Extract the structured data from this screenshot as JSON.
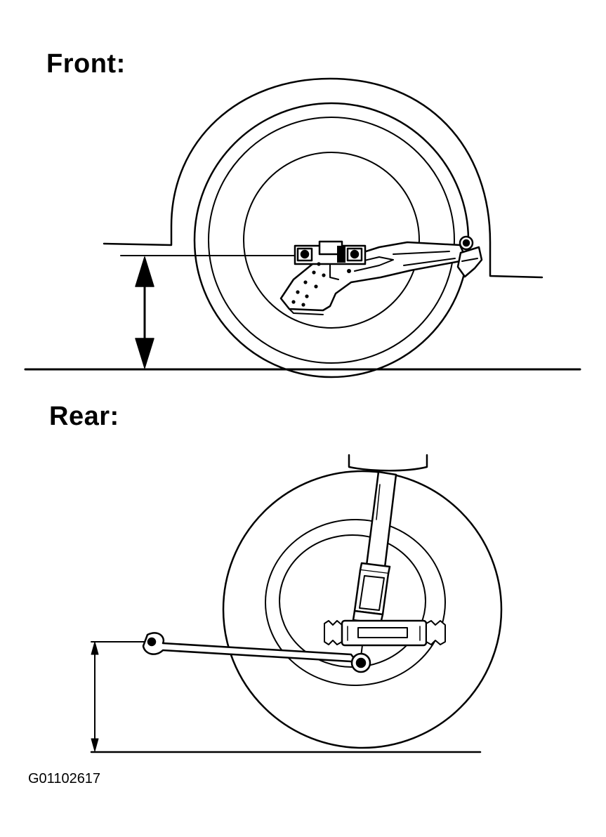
{
  "front": {
    "heading": "Front:"
  },
  "rear": {
    "heading": "Rear:"
  },
  "figure_code": "G01102617",
  "colors": {
    "ink": "#000000",
    "paper": "#ffffff"
  }
}
